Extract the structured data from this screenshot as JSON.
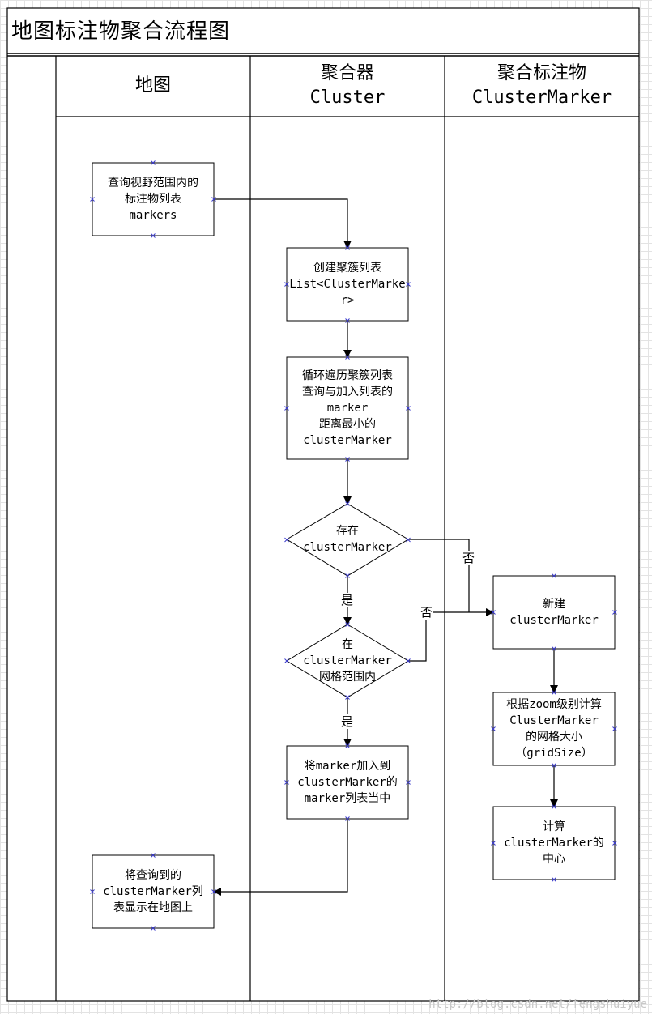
{
  "title": "地图标注物聚合流程图",
  "lanes": [
    {
      "label": "地图"
    },
    {
      "label": "聚合器\nCluster"
    },
    {
      "label": "聚合标注物\nClusterMarker"
    }
  ],
  "nodes": {
    "query_markers": "查询视野范围内的\n标注物列表\nmarkers",
    "create_list": "创建聚簇列表\nList<ClusterMarker>",
    "loop_find": "循环遍历聚簇列表\n查询与加入列表的\nmarker\n距离最小的\nclusterMarker",
    "exists": "存在\nclusterMarker",
    "in_grid": "在\nclusterMarker\n网格范围内",
    "add_marker": "将marker加入到\nclusterMarker的\nmarker列表当中",
    "show_on_map": "将查询到的\nclusterMarker列\n表显示在地图上",
    "new_cluster": "新建\nclusterMarker",
    "grid_size": "根据zoom级别计算\nClusterMarker\n的网格大小\n（gridSize）",
    "calc_center": "计算\nclusterMarker的\n中心"
  },
  "edge_labels": {
    "no_1": "否",
    "yes_1": "是",
    "no_2": "否",
    "yes_2": "是"
  },
  "watermark": "http://blog.csdn.net/fengshuiyue"
}
